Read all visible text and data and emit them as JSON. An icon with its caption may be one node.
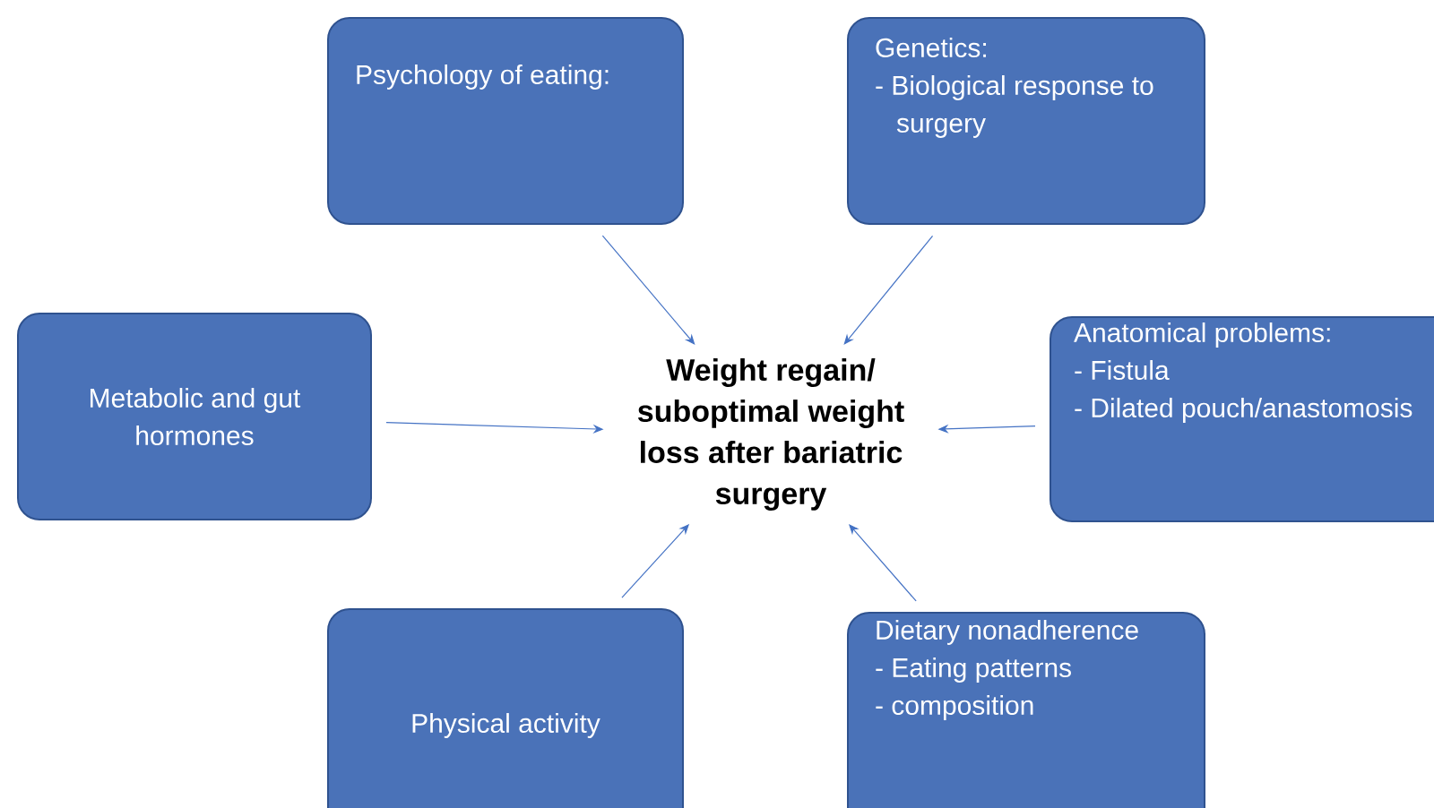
{
  "diagram": {
    "nodes": [
      {
        "text": [
          "Psychology of eating:"
        ]
      },
      {
        "text": [
          "Genetics:",
          "- Biological response to surgery"
        ]
      },
      {
        "text": [
          "Metabolic and gut hormones"
        ]
      },
      {
        "text": [
          "Weight regain/ suboptimal weight loss after bariatric surgery"
        ]
      },
      {
        "text": [
          "Anatomical problems:",
          "- Fistula",
          "- Dilated pouch/anastomosis"
        ]
      },
      {
        "text": [
          "Physical activity"
        ]
      },
      {
        "text": [
          "Dietary nonadherence",
          "- Eating patterns",
          "- composition"
        ]
      }
    ],
    "edges": [
      {
        "from": 0,
        "to": 3,
        "arrow": "to"
      },
      {
        "from": 1,
        "to": 3,
        "arrow": "to"
      },
      {
        "from": 2,
        "to": 3,
        "arrow": "to"
      },
      {
        "from": 4,
        "to": 3,
        "arrow": "to"
      },
      {
        "from": 5,
        "to": 3,
        "arrow": "to"
      },
      {
        "from": 6,
        "to": 3,
        "arrow": "to"
      }
    ]
  }
}
